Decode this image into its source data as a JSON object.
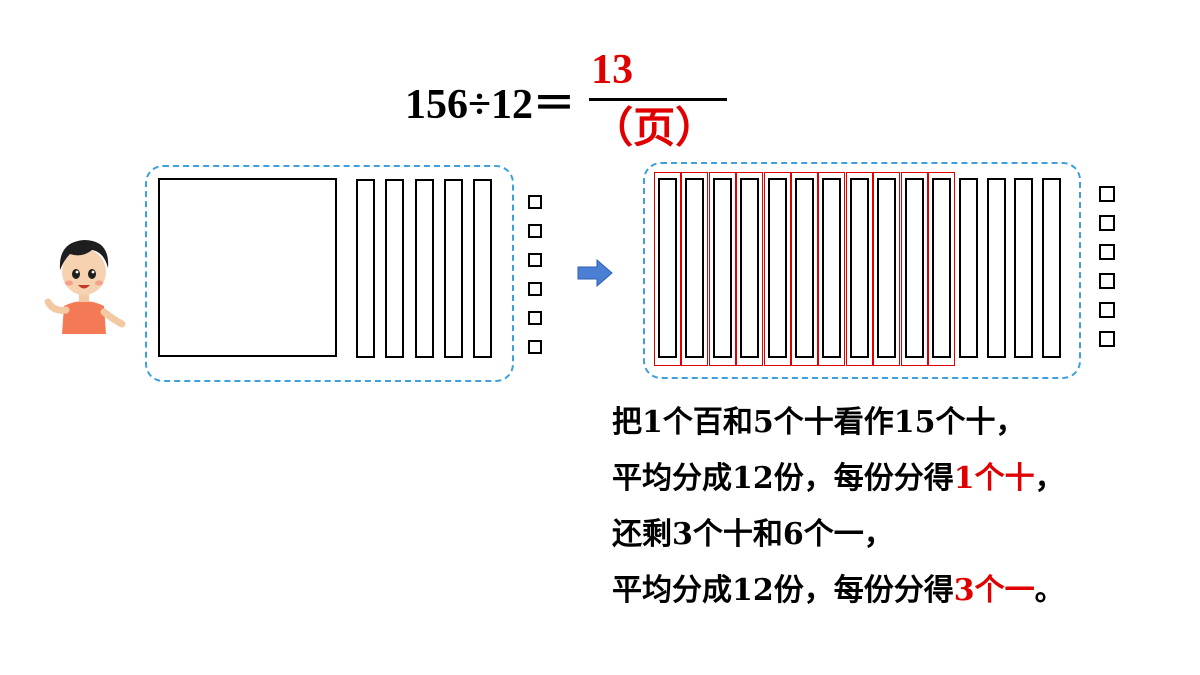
{
  "equation": {
    "expression": "156÷12＝",
    "answer": "13（页）"
  },
  "explanation": {
    "line1": "把1个百和5个十看作15个十，",
    "line2_prefix": "平均分成12份，每份分得",
    "line2_highlight": "1个十",
    "line2_suffix": "，",
    "line3": "还剩3个十和6个一，",
    "line4_prefix": "平均分成12份，每份分得",
    "line4_highlight": "3个一",
    "line4_suffix": "。"
  },
  "left_model": {
    "hundreds": 1,
    "tens": 5,
    "ones": 6
  },
  "right_model": {
    "tens": 15,
    "tens_highlighted": 11,
    "ones": 6
  },
  "colors": {
    "accent_red": "#e00000",
    "dashed_blue": "#3da0dc",
    "arrow_blue": "#4a7fd4"
  },
  "icons": {
    "arrow": "right-arrow-icon",
    "character": "boy-character-icon"
  }
}
